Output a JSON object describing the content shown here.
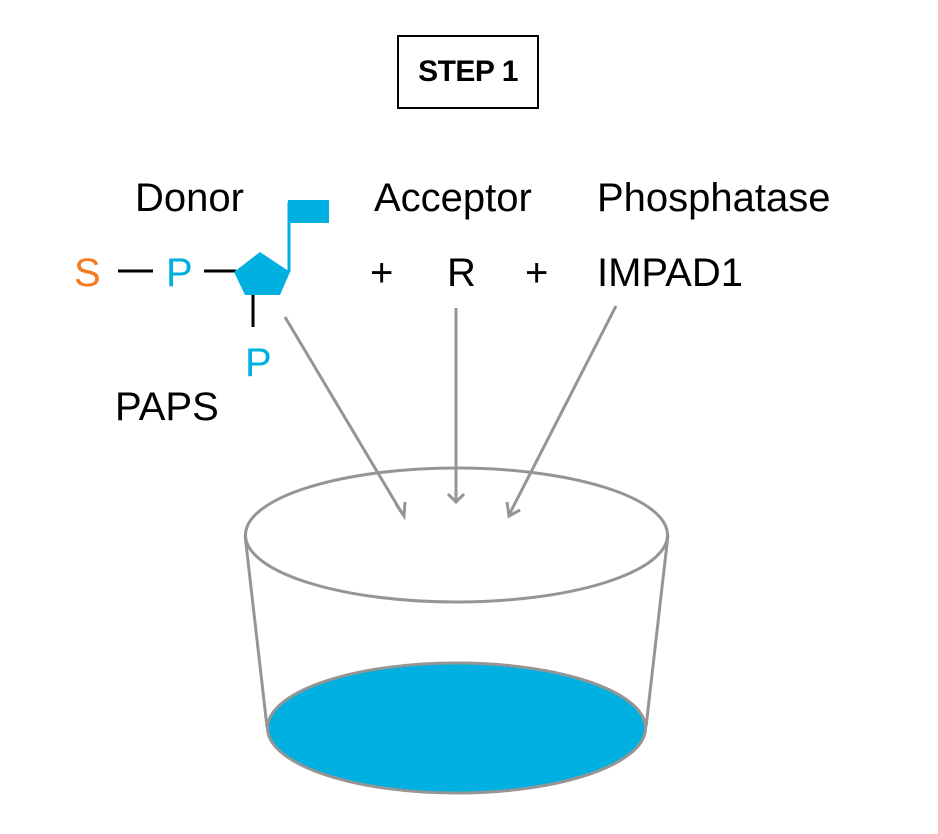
{
  "title": "STEP 1",
  "colors": {
    "sulfate": "#f47b20",
    "phosphate": "#00b0e0",
    "text": "#000000",
    "arrow": "#959595",
    "liquid": "#00b0e0"
  },
  "donor": {
    "header": "Donor",
    "sulfate_label": "S",
    "phosphate_label": "P",
    "phosphate_bottom_label": "P",
    "name": "PAPS"
  },
  "acceptor": {
    "header": "Acceptor",
    "label": "R"
  },
  "phosphatase": {
    "header": "Phosphatase",
    "label": "IMPAD1"
  },
  "operators": [
    "+",
    "+"
  ]
}
